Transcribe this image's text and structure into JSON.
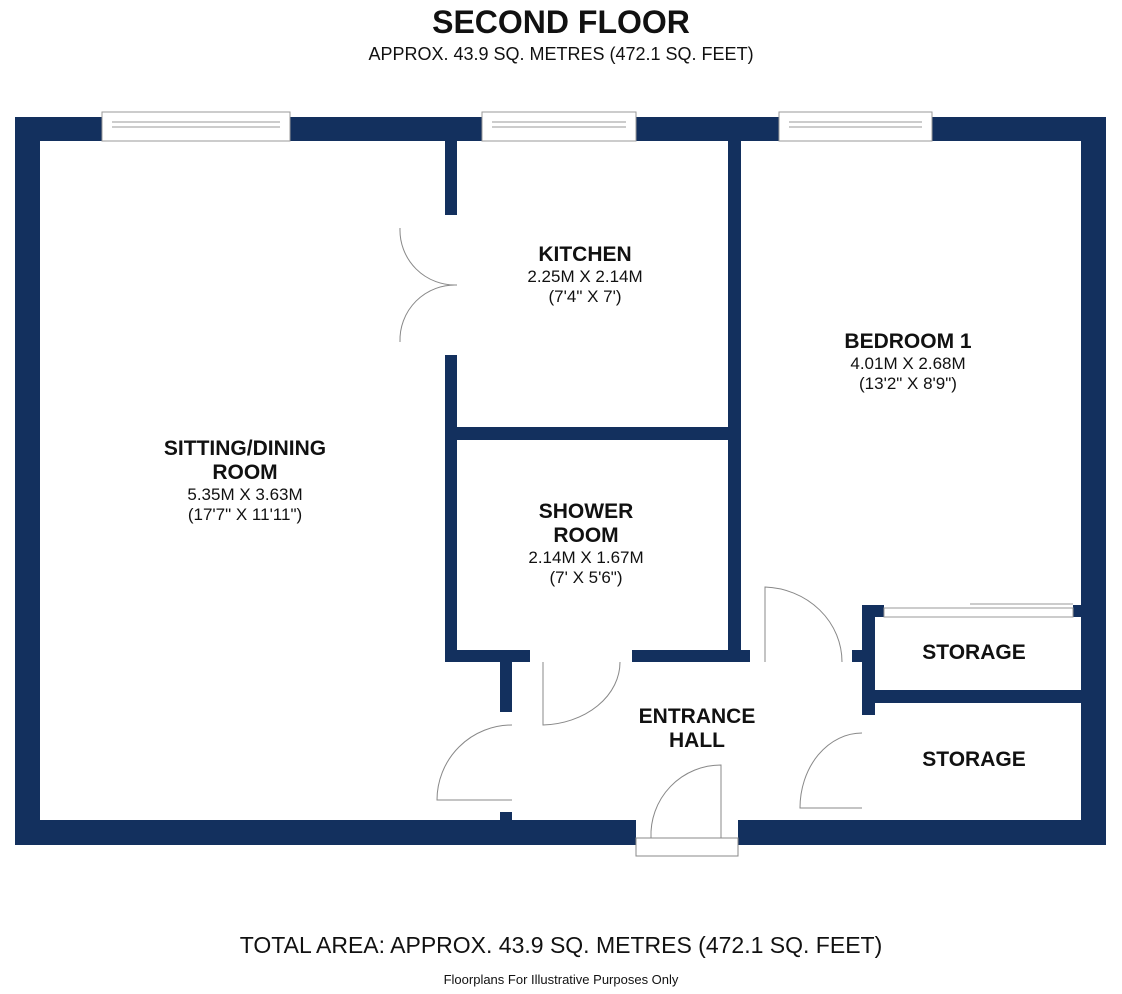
{
  "header": {
    "title": "SECOND FLOOR",
    "subtitle": "APPROX. 43.9 SQ. METRES (472.1 SQ. FEET)"
  },
  "rooms": [
    {
      "name": "KITCHEN",
      "metric": "2.25M X 2.14M",
      "imperial": "(7'4\" X 7')"
    },
    {
      "name": "BEDROOM 1",
      "metric": "4.01M X 2.68M",
      "imperial": "(13'2\" X 8'9\")"
    },
    {
      "name": "SITTING/DINING ROOM",
      "metric": "5.35M X 3.63M",
      "imperial": "(17'7\" X 11'11\")"
    },
    {
      "name": "SHOWER ROOM",
      "metric": "2.14M X 1.67M",
      "imperial": "(7' X 5'6\")"
    },
    {
      "name": "ENTRANCE HALL"
    },
    {
      "name": "STORAGE"
    },
    {
      "name": "STORAGE"
    }
  ],
  "footer": {
    "total": "TOTAL AREA: APPROX. 43.9 SQ. METRES (472.1 SQ. FEET)",
    "note": "Floorplans For Illustrative Purposes Only"
  },
  "colors": {
    "wall": "#13305e"
  }
}
